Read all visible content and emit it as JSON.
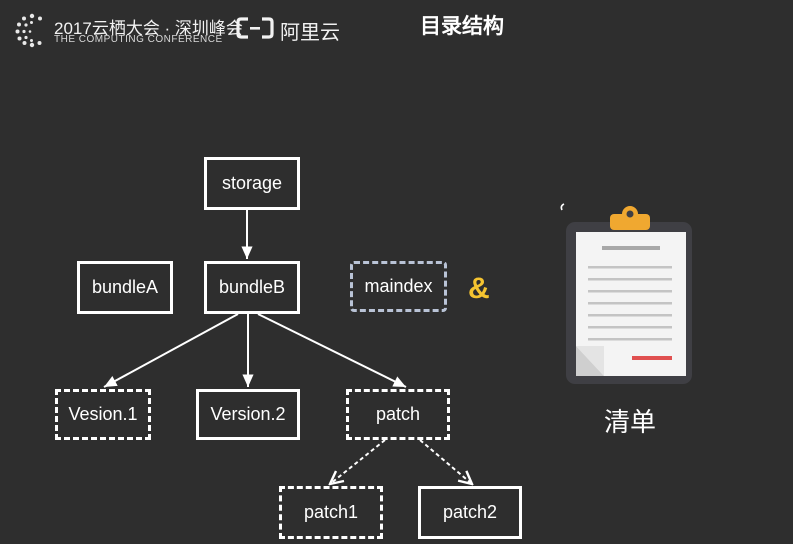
{
  "header": {
    "conference_title": "2017云栖大会 · 深圳峰会",
    "conference_subtitle": "THE COMPUTING CONFERENCE",
    "aliyun_text": "阿里云",
    "page_title": "目录结构",
    "conference_icon": "conference-logo-icon",
    "aliyun_icon": "aliyun-logo-icon"
  },
  "diagram": {
    "nodes": {
      "storage": "storage",
      "bundleA": "bundleA",
      "bundleB": "bundleB",
      "maindex": "maindex",
      "vesion1": "Vesion.1",
      "version2": "Version.2",
      "patch": "patch",
      "patch1": "patch1",
      "patch2": "patch2"
    },
    "ampersand": "&",
    "list_label": "清单",
    "list_icon": "clipboard-icon",
    "colors": {
      "background": "#2e2e2e",
      "accent": "#f5c430",
      "dashed_blue": "#b9c3d6",
      "clip": "#f0a830",
      "red_line": "#e05050"
    }
  }
}
